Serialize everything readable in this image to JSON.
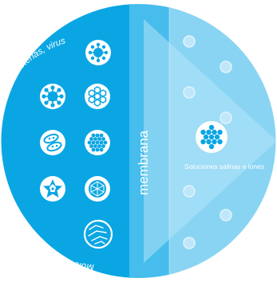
{
  "diagram": {
    "arc_label": "Moléculas grandes, proteínas, emulsiones de aceite, coloides, bacterias, virus",
    "membrane_label": "membrana",
    "outlet_label": "Soluciones salinas e iones"
  },
  "colors": {
    "left_region": "#0aa6e4",
    "membrane_band": "#46bdec",
    "right_region": "#89d4f3",
    "arrow": "#b3e3f8",
    "particle": "#bfe7fa",
    "text": "#ffffff"
  },
  "icons": [
    "virus-icon",
    "coronavirus-icon",
    "honeycomb-icon",
    "bacteria-icon",
    "bead-cluster-icon",
    "star-polygon-icon",
    "geodesic-icon",
    "fiber-bundle-icon",
    "ion-cluster-icon"
  ]
}
